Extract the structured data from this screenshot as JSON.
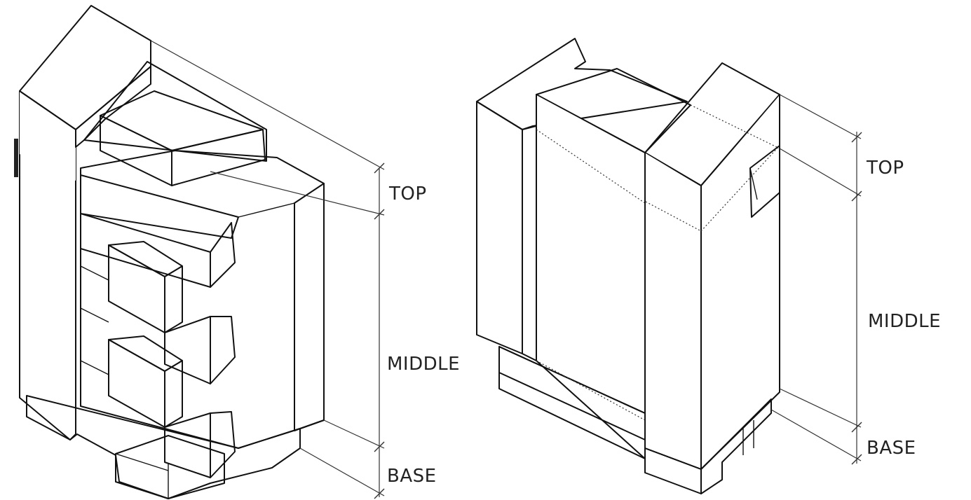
{
  "colors": {
    "top_face": "#ffffff",
    "middle_face": "#d9d9dc",
    "middle_shadow": "#cfcfd3",
    "base_face": "#b4b4b7",
    "base_dark": "#9e9ea2",
    "line": "#111111"
  },
  "left_diagram": {
    "labels": {
      "top": "TOP",
      "middle": "MIDDLE",
      "base": "BASE"
    }
  },
  "right_diagram": {
    "labels": {
      "top": "TOP",
      "middle": "MIDDLE",
      "base": "BASE"
    }
  }
}
